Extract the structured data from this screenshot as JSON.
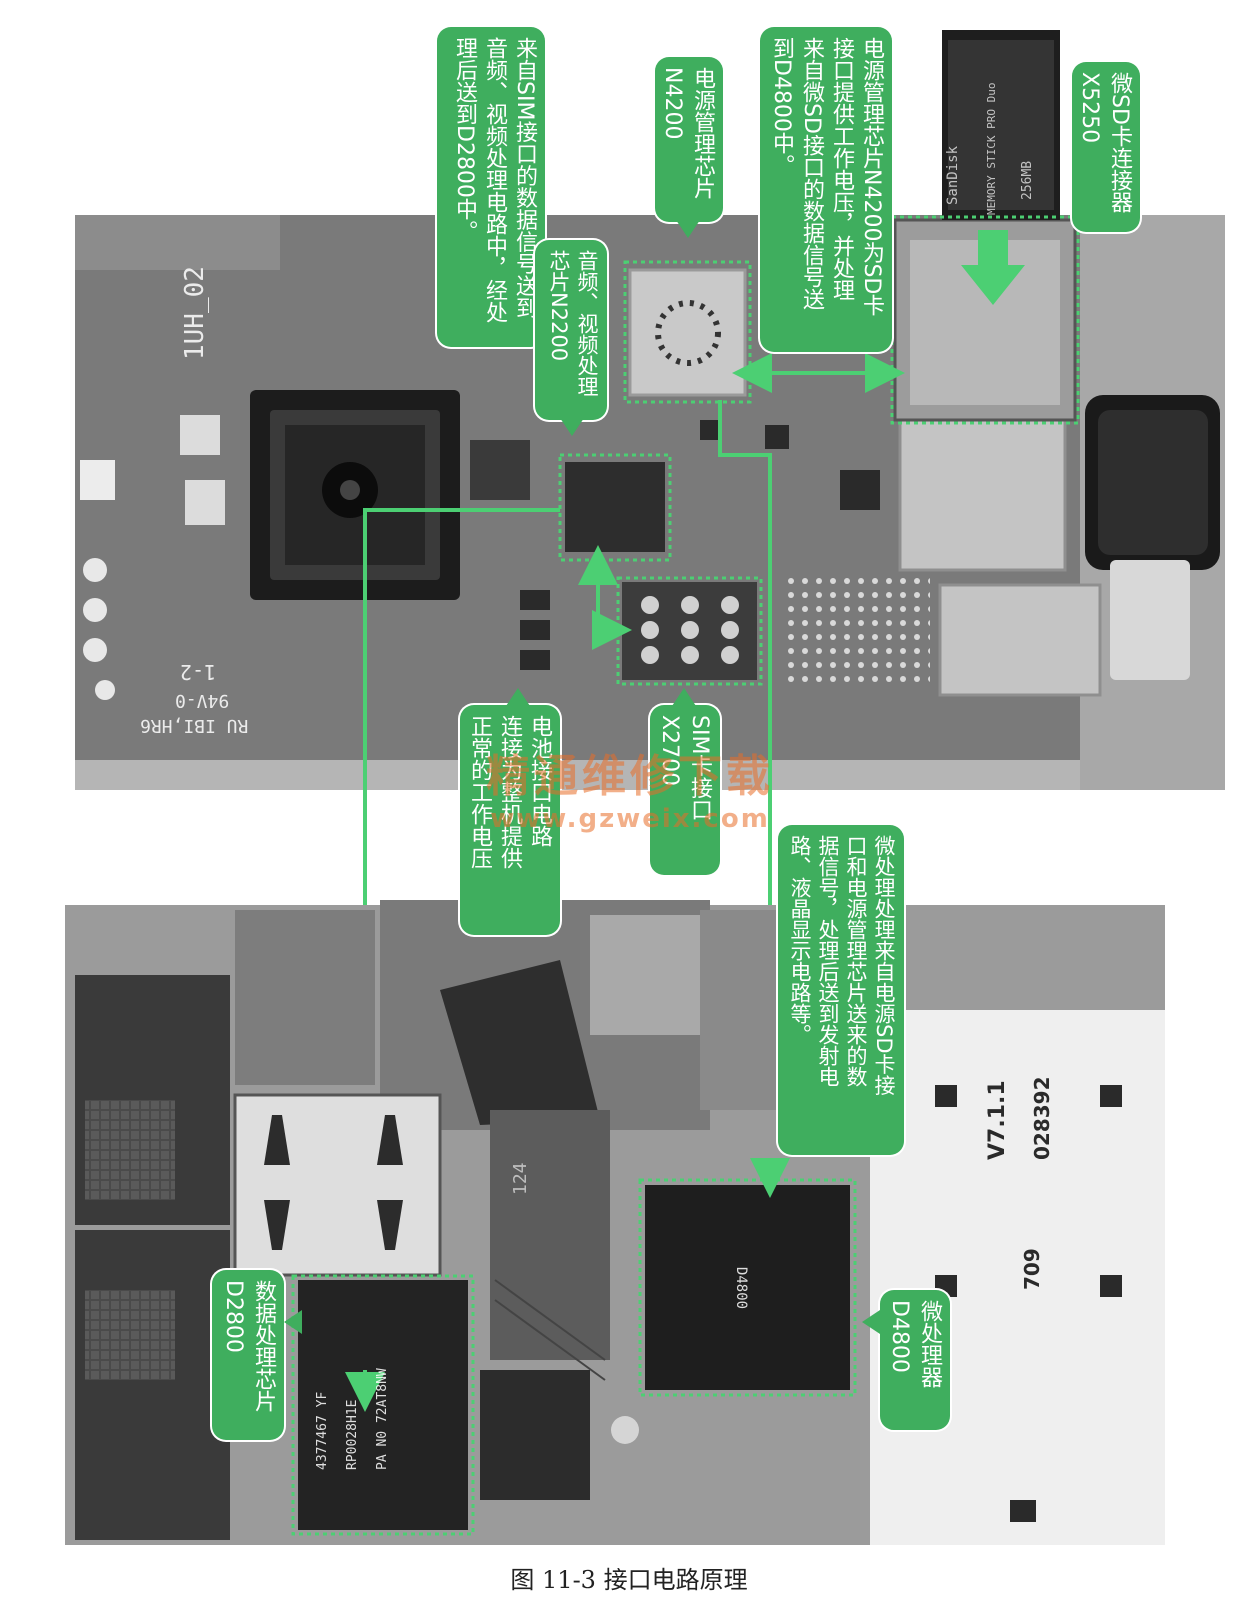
{
  "callouts": {
    "sim_data": "来自SIM接口的数据信号送到\n音频、视频处理电路中，经处\n理后送到D2800中。",
    "power_chip": "电源管理芯片\nN4200",
    "sd_power": "电源管理芯片N4200为SD卡\n接口提供工作电压，并处理\n来自微SD接口的数据信号送\n到D4800中。",
    "sd_connector": "微SD卡连接器\nX5250",
    "av_chip": "音频、视频处理\n芯片N2200",
    "battery": "电池接口电路\n连接为整机提供\n正常的工作电压",
    "sim_connector": "SIM卡接口\nX2700",
    "cpu_desc": "微处理处理来自电源SD卡接\n口和电源管理芯片送来的数\n据信号，处理后送到发射电\n路、液晶显示电路等。",
    "data_chip": "数据处理芯片\nD2800",
    "cpu": "微处理器\nD4800"
  },
  "board_labels": {
    "top_code": "1UH_02",
    "top_rev": "1-2",
    "top_mark1": "94V-0",
    "top_mark2": "RU IBI,HR6",
    "bottom_ver": "V7.1.1",
    "bottom_num": "028392",
    "bottom_709": "709",
    "bottom_124": "124",
    "chip_d2800_1": "4377467  YF",
    "chip_d2800_2": "RP0028H1E",
    "chip_d2800_3": "PA N0   72AT8NW",
    "chip_d4800": "D4800",
    "sd_card_brand": "SanDisk",
    "sd_card_type": "MEMORY STICK PRO Duo",
    "sd_card_size": "256MB"
  },
  "watermark": {
    "cn": "精通维修下载",
    "url": "www.gzweix.com"
  },
  "caption": "图 11-3    接口电路原理",
  "colors": {
    "callout_bg": "#3fae5e",
    "arrow": "#4ccf73",
    "pcb_dark": "#6a6a6a",
    "pcb_light": "#b8b8b8"
  }
}
